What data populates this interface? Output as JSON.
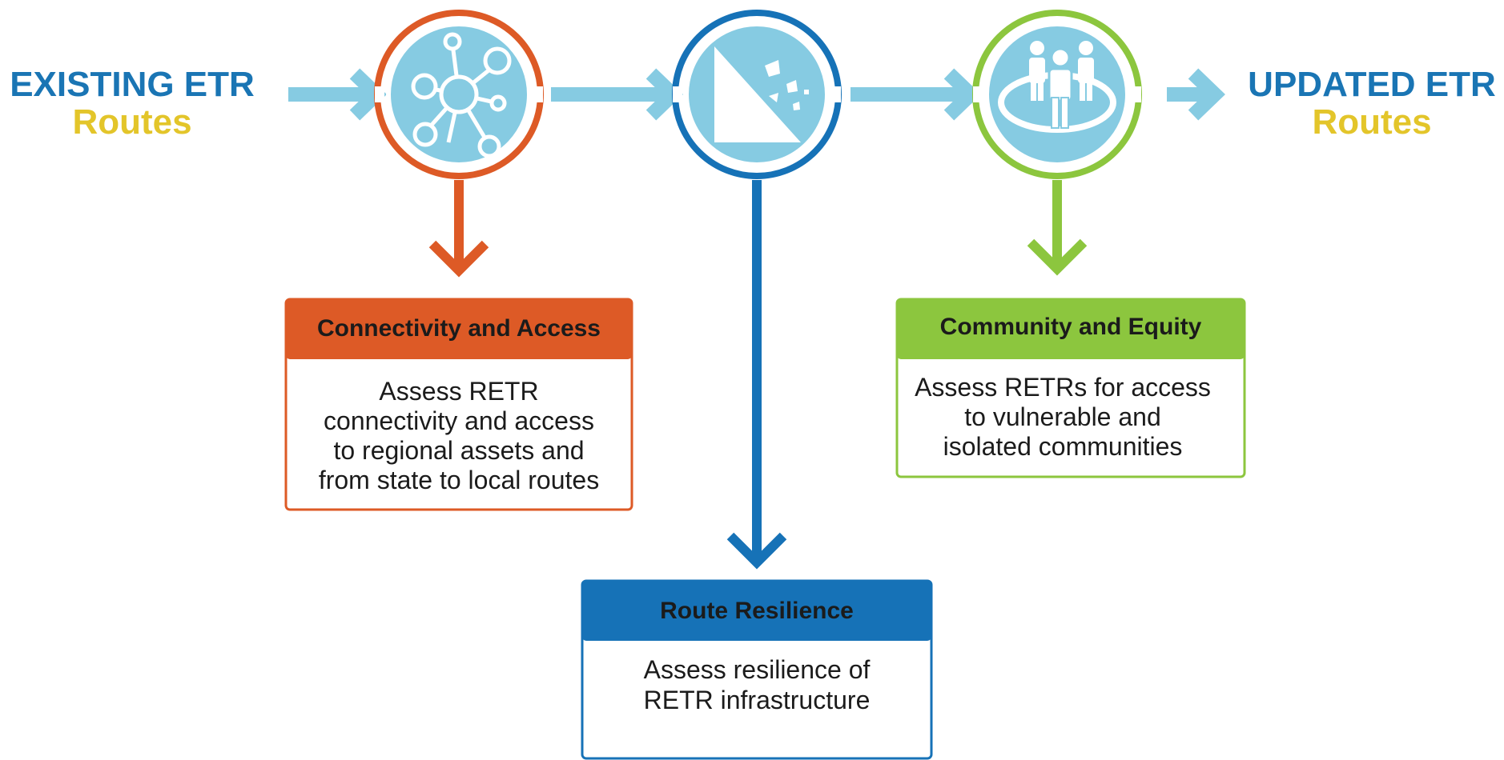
{
  "start": {
    "line1": "EXISTING ETR",
    "line2": "Routes"
  },
  "end": {
    "line1": "UPDATED ETR",
    "line2": "Routes"
  },
  "steps": [
    {
      "icon": "network-nodes-icon",
      "color": "#dd5a26",
      "title": "Connectivity and Access",
      "body": [
        "Assess RETR",
        "connectivity and access",
        "to regional assets and",
        "from state to local routes"
      ]
    },
    {
      "icon": "landslide-icon",
      "color": "#1672b7",
      "title": "Route Resilience",
      "body": [
        "Assess resilience of",
        "RETR infrastructure"
      ]
    },
    {
      "icon": "people-group-icon",
      "color": "#8cc63e",
      "title": "Community and Equity",
      "body": [
        "Assess RETRs for access",
        "to vulnerable and",
        "isolated communities"
      ]
    }
  ],
  "colors": {
    "flow_arrow": "#86cbe2",
    "icon_fill": "#86cbe2",
    "title_blue": "#1a75b4",
    "title_yellow": "#e3c52a"
  }
}
